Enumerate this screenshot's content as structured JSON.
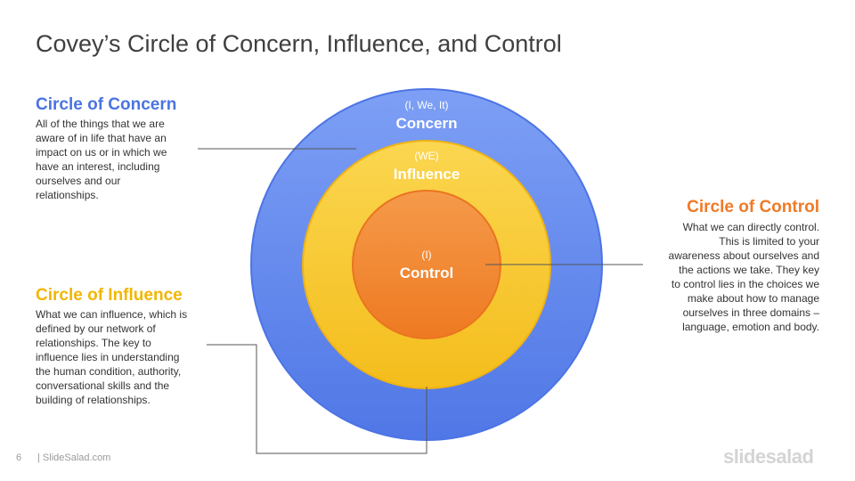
{
  "slide": {
    "title": "Covey’s Circle of Concern, Influence, and Control",
    "page_number": "6",
    "site": "| SlideSalad.com",
    "logo": "slidesalad"
  },
  "circles": {
    "concern": {
      "sub": "(I, We, It)",
      "label": "Concern",
      "color": "#6a8ff0"
    },
    "influence": {
      "sub": "(WE)",
      "label": "Influence",
      "color": "#f7c531"
    },
    "control": {
      "sub": "(I)",
      "label": "Control",
      "color": "#f28a37"
    }
  },
  "callouts": {
    "concern": {
      "heading": "Circle of Concern",
      "color": "#4a74e0",
      "lines": [
        "All of the things that we are",
        "aware of in life that have an",
        "impact on us or in which we",
        "have an interest, including",
        "ourselves and our",
        "relationships."
      ]
    },
    "influence": {
      "heading": "Circle of Influence",
      "color": "#f2b600",
      "lines": [
        "What we can influence, which is",
        "defined by our network of",
        "relationships. The key to",
        "influence lies in understanding",
        "the human condition, authority,",
        "conversational skills and the",
        "building of relationships."
      ]
    },
    "control": {
      "heading": "Circle of Control",
      "color": "#f07a26",
      "lines": [
        "What we can directly control.",
        "This is limited to your",
        "awareness about ourselves and",
        "the actions we take. They key",
        "to control lies in the choices we",
        "make about how to manage",
        "ourselves in three domains –",
        "language, emotion and body."
      ]
    }
  }
}
